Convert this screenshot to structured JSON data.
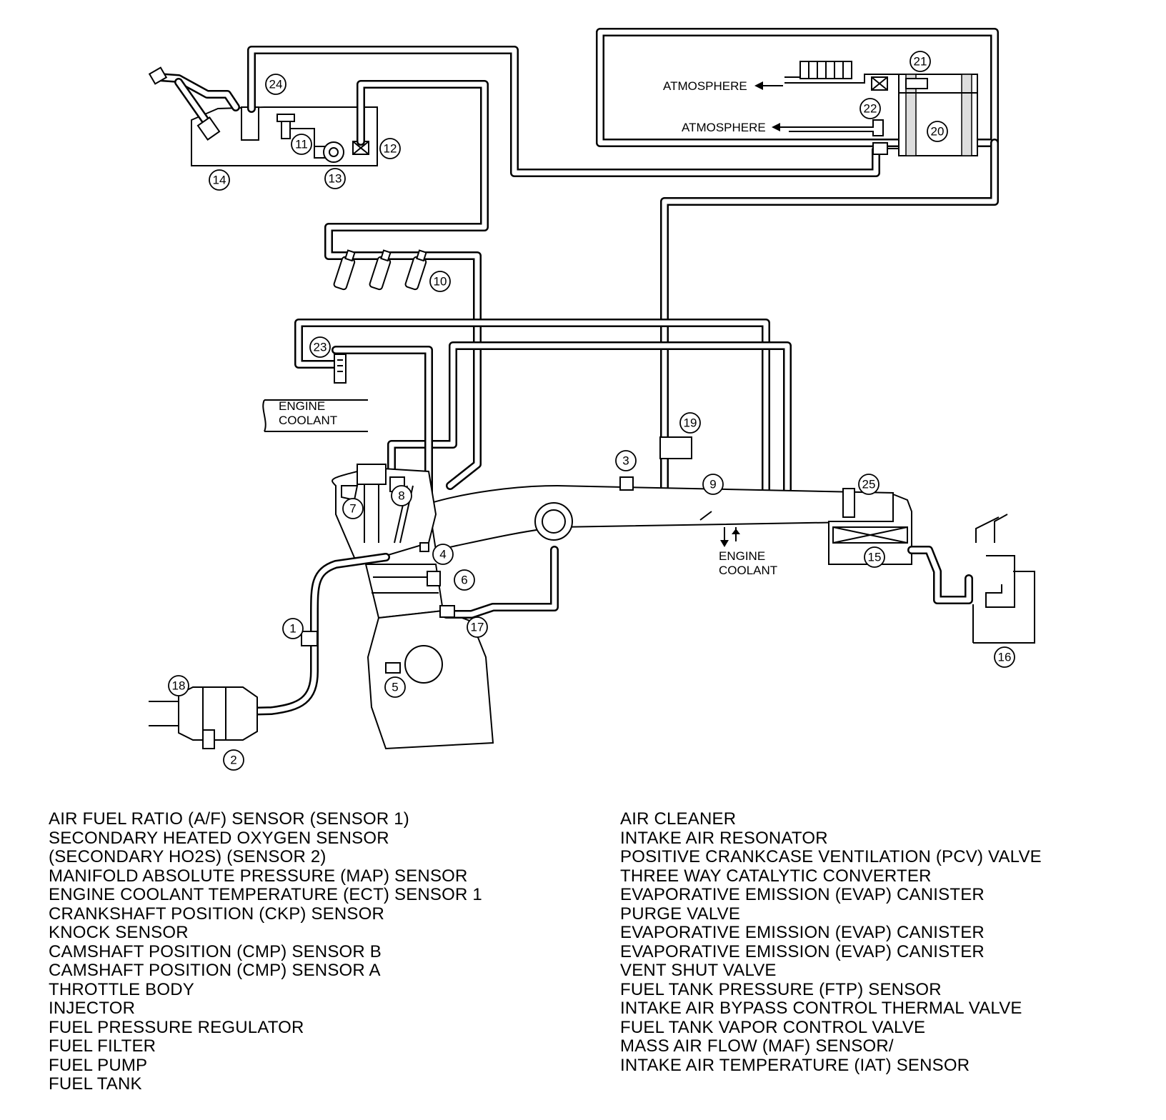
{
  "callouts": [
    {
      "num": "1"
    },
    {
      "num": "2"
    },
    {
      "num": "3"
    },
    {
      "num": "4"
    },
    {
      "num": "5"
    },
    {
      "num": "6"
    },
    {
      "num": "7"
    },
    {
      "num": "8"
    },
    {
      "num": "9"
    },
    {
      "num": "10"
    },
    {
      "num": "11"
    },
    {
      "num": "12"
    },
    {
      "num": "13"
    },
    {
      "num": "14"
    },
    {
      "num": "15"
    },
    {
      "num": "16"
    },
    {
      "num": "17"
    },
    {
      "num": "18"
    },
    {
      "num": "19"
    },
    {
      "num": "20"
    },
    {
      "num": "21"
    },
    {
      "num": "22"
    },
    {
      "num": "23"
    },
    {
      "num": "24"
    },
    {
      "num": "25"
    }
  ],
  "labels": {
    "atmosphere": "ATMOSPHERE",
    "engine": "ENGINE",
    "coolant": "COOLANT"
  },
  "legend": {
    "left": [
      "AIR FUEL RATIO (A/F) SENSOR (SENSOR 1)",
      "SECONDARY HEATED OXYGEN SENSOR",
      "(SECONDARY HO2S) (SENSOR 2)",
      "MANIFOLD ABSOLUTE PRESSURE (MAP) SENSOR",
      "ENGINE COOLANT TEMPERATURE (ECT) SENSOR 1",
      "CRANKSHAFT POSITION (CKP) SENSOR",
      "KNOCK SENSOR",
      "CAMSHAFT POSITION (CMP) SENSOR B",
      "CAMSHAFT POSITION (CMP) SENSOR A",
      "THROTTLE BODY",
      "INJECTOR",
      "FUEL PRESSURE REGULATOR",
      "FUEL FILTER",
      "FUEL PUMP",
      "FUEL TANK"
    ],
    "right": [
      "AIR CLEANER",
      "INTAKE AIR RESONATOR",
      "POSITIVE CRANKCASE VENTILATION (PCV) VALVE",
      "THREE WAY CATALYTIC CONVERTER",
      "EVAPORATIVE EMISSION (EVAP) CANISTER",
      "PURGE VALVE",
      "EVAPORATIVE EMISSION (EVAP) CANISTER",
      "EVAPORATIVE EMISSION (EVAP) CANISTER",
      "VENT SHUT VALVE",
      "FUEL TANK PRESSURE (FTP) SENSOR",
      "INTAKE AIR BYPASS CONTROL THERMAL VALVE",
      "FUEL TANK VAPOR CONTROL VALVE",
      "MASS AIR FLOW (MAF) SENSOR/",
      "INTAKE AIR TEMPERATURE (IAT) SENSOR"
    ]
  }
}
